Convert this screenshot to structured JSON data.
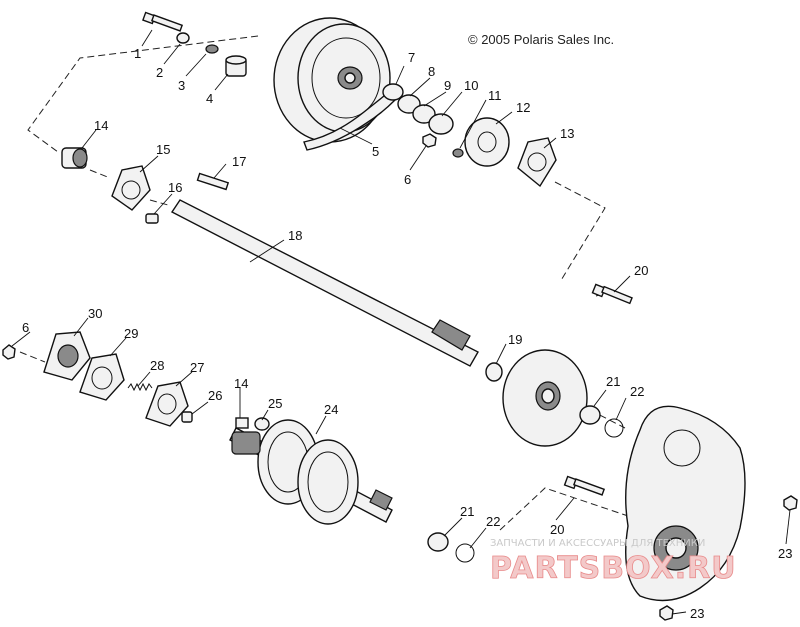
{
  "copyright": "© 2005 Polaris Sales Inc.",
  "watermark": {
    "top_line": "ЗАПЧАСТИ И АКСЕССУАРЫ ДЛЯ ТЕХНИКИ",
    "brand": "PARTSBOX.RU"
  },
  "labels": {
    "l1": "1",
    "l2": "2",
    "l3": "3",
    "l4": "4",
    "l5": "5",
    "l6a": "6",
    "l6b": "6",
    "l7": "7",
    "l8": "8",
    "l9": "9",
    "l10": "10",
    "l11": "11",
    "l12": "12",
    "l13": "13",
    "l14a": "14",
    "l14b": "14",
    "l15": "15",
    "l16": "16",
    "l17": "17",
    "l18": "18",
    "l19": "19",
    "l20a": "20",
    "l20b": "20",
    "l21a": "21",
    "l21b": "21",
    "l22a": "22",
    "l22b": "22",
    "l23a": "23",
    "l23b": "23",
    "l24": "24",
    "l25": "25",
    "l26": "26",
    "l27": "27",
    "l28": "28",
    "l29": "29",
    "l30": "30"
  },
  "colors": {
    "line": "#111111",
    "fill": "#f2f2f2",
    "shade": "#8a8a8a"
  }
}
